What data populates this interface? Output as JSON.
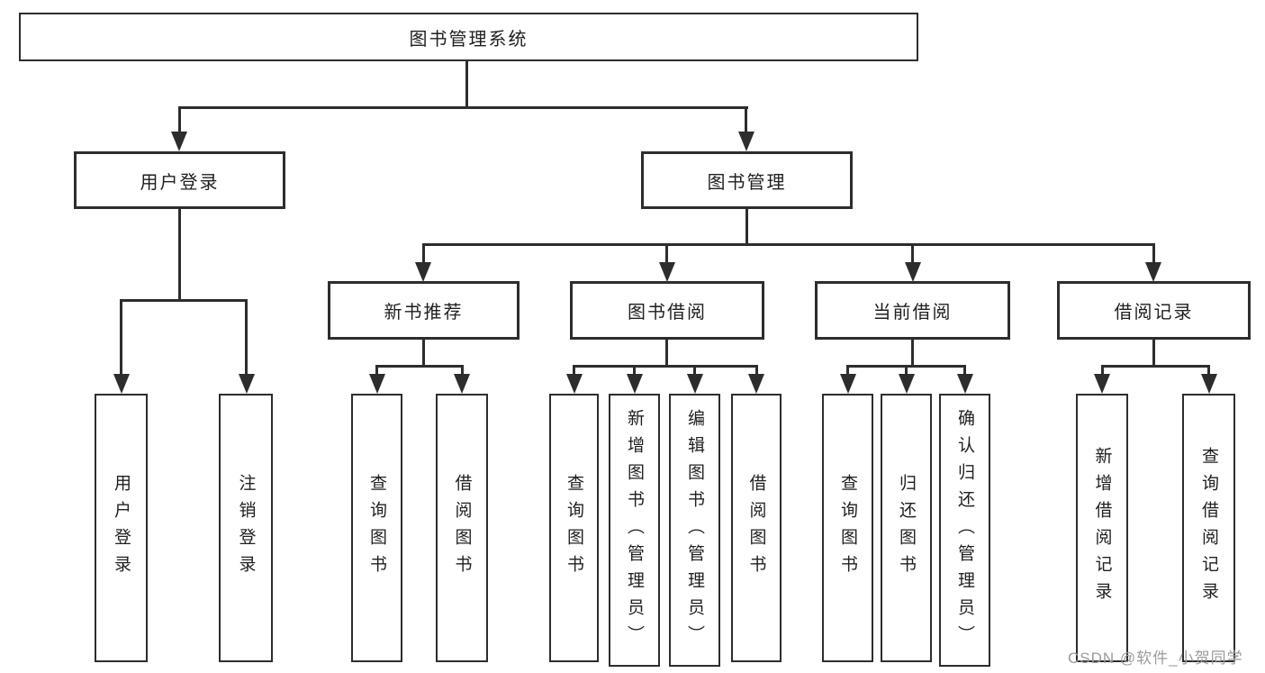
{
  "tree": {
    "label": "图书管理系统",
    "children": [
      {
        "label": "用户登录",
        "children": [
          {
            "label": "用户登录"
          },
          {
            "label": "注销登录"
          }
        ]
      },
      {
        "label": "图书管理",
        "children": [
          {
            "label": "新书推荐",
            "children": [
              {
                "label": "查询图书"
              },
              {
                "label": "借阅图书"
              }
            ]
          },
          {
            "label": "图书借阅",
            "children": [
              {
                "label": "查询图书"
              },
              {
                "label": "新增图书（管理员）"
              },
              {
                "label": "编辑图书（管理员）"
              },
              {
                "label": "借阅图书"
              }
            ]
          },
          {
            "label": "当前借阅",
            "children": [
              {
                "label": "查询图书"
              },
              {
                "label": "归还图书"
              },
              {
                "label": "确认归还（管理员）"
              }
            ]
          },
          {
            "label": "借阅记录",
            "children": [
              {
                "label": "新增借阅记录"
              },
              {
                "label": "查询借阅记录"
              }
            ]
          }
        ]
      }
    ]
  },
  "watermark": "CSDN @软件_小贺同学",
  "colors": {
    "line": "#2d2d2d",
    "box_border": "#2d2d2d",
    "box_fill": "#ffffff",
    "text": "#1f1f1f",
    "watermark": "#9b9b9b",
    "background": "#ffffff"
  }
}
